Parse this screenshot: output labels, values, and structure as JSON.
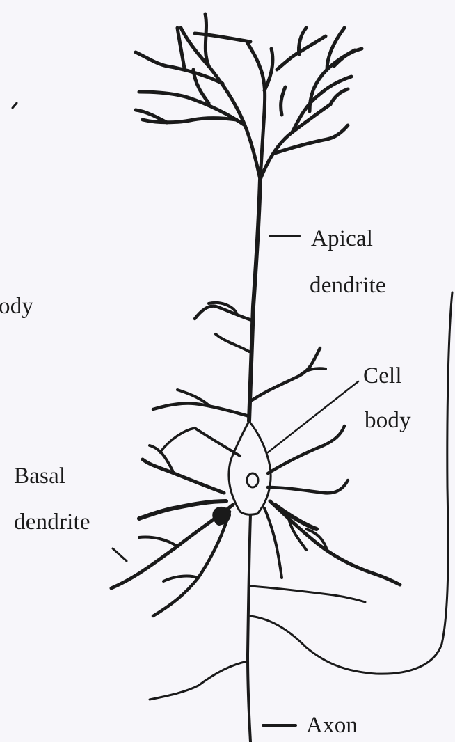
{
  "diagram": {
    "labels": {
      "apical": [
        "Apical",
        "dendrite"
      ],
      "cell_body": [
        "Cell",
        "body"
      ],
      "basal": [
        "Basal",
        "dendrite"
      ],
      "axon": "Axon",
      "partial_left": "ody"
    },
    "colors": {
      "ink": "#1a1a1a",
      "paper": "#f7f6fa"
    }
  }
}
